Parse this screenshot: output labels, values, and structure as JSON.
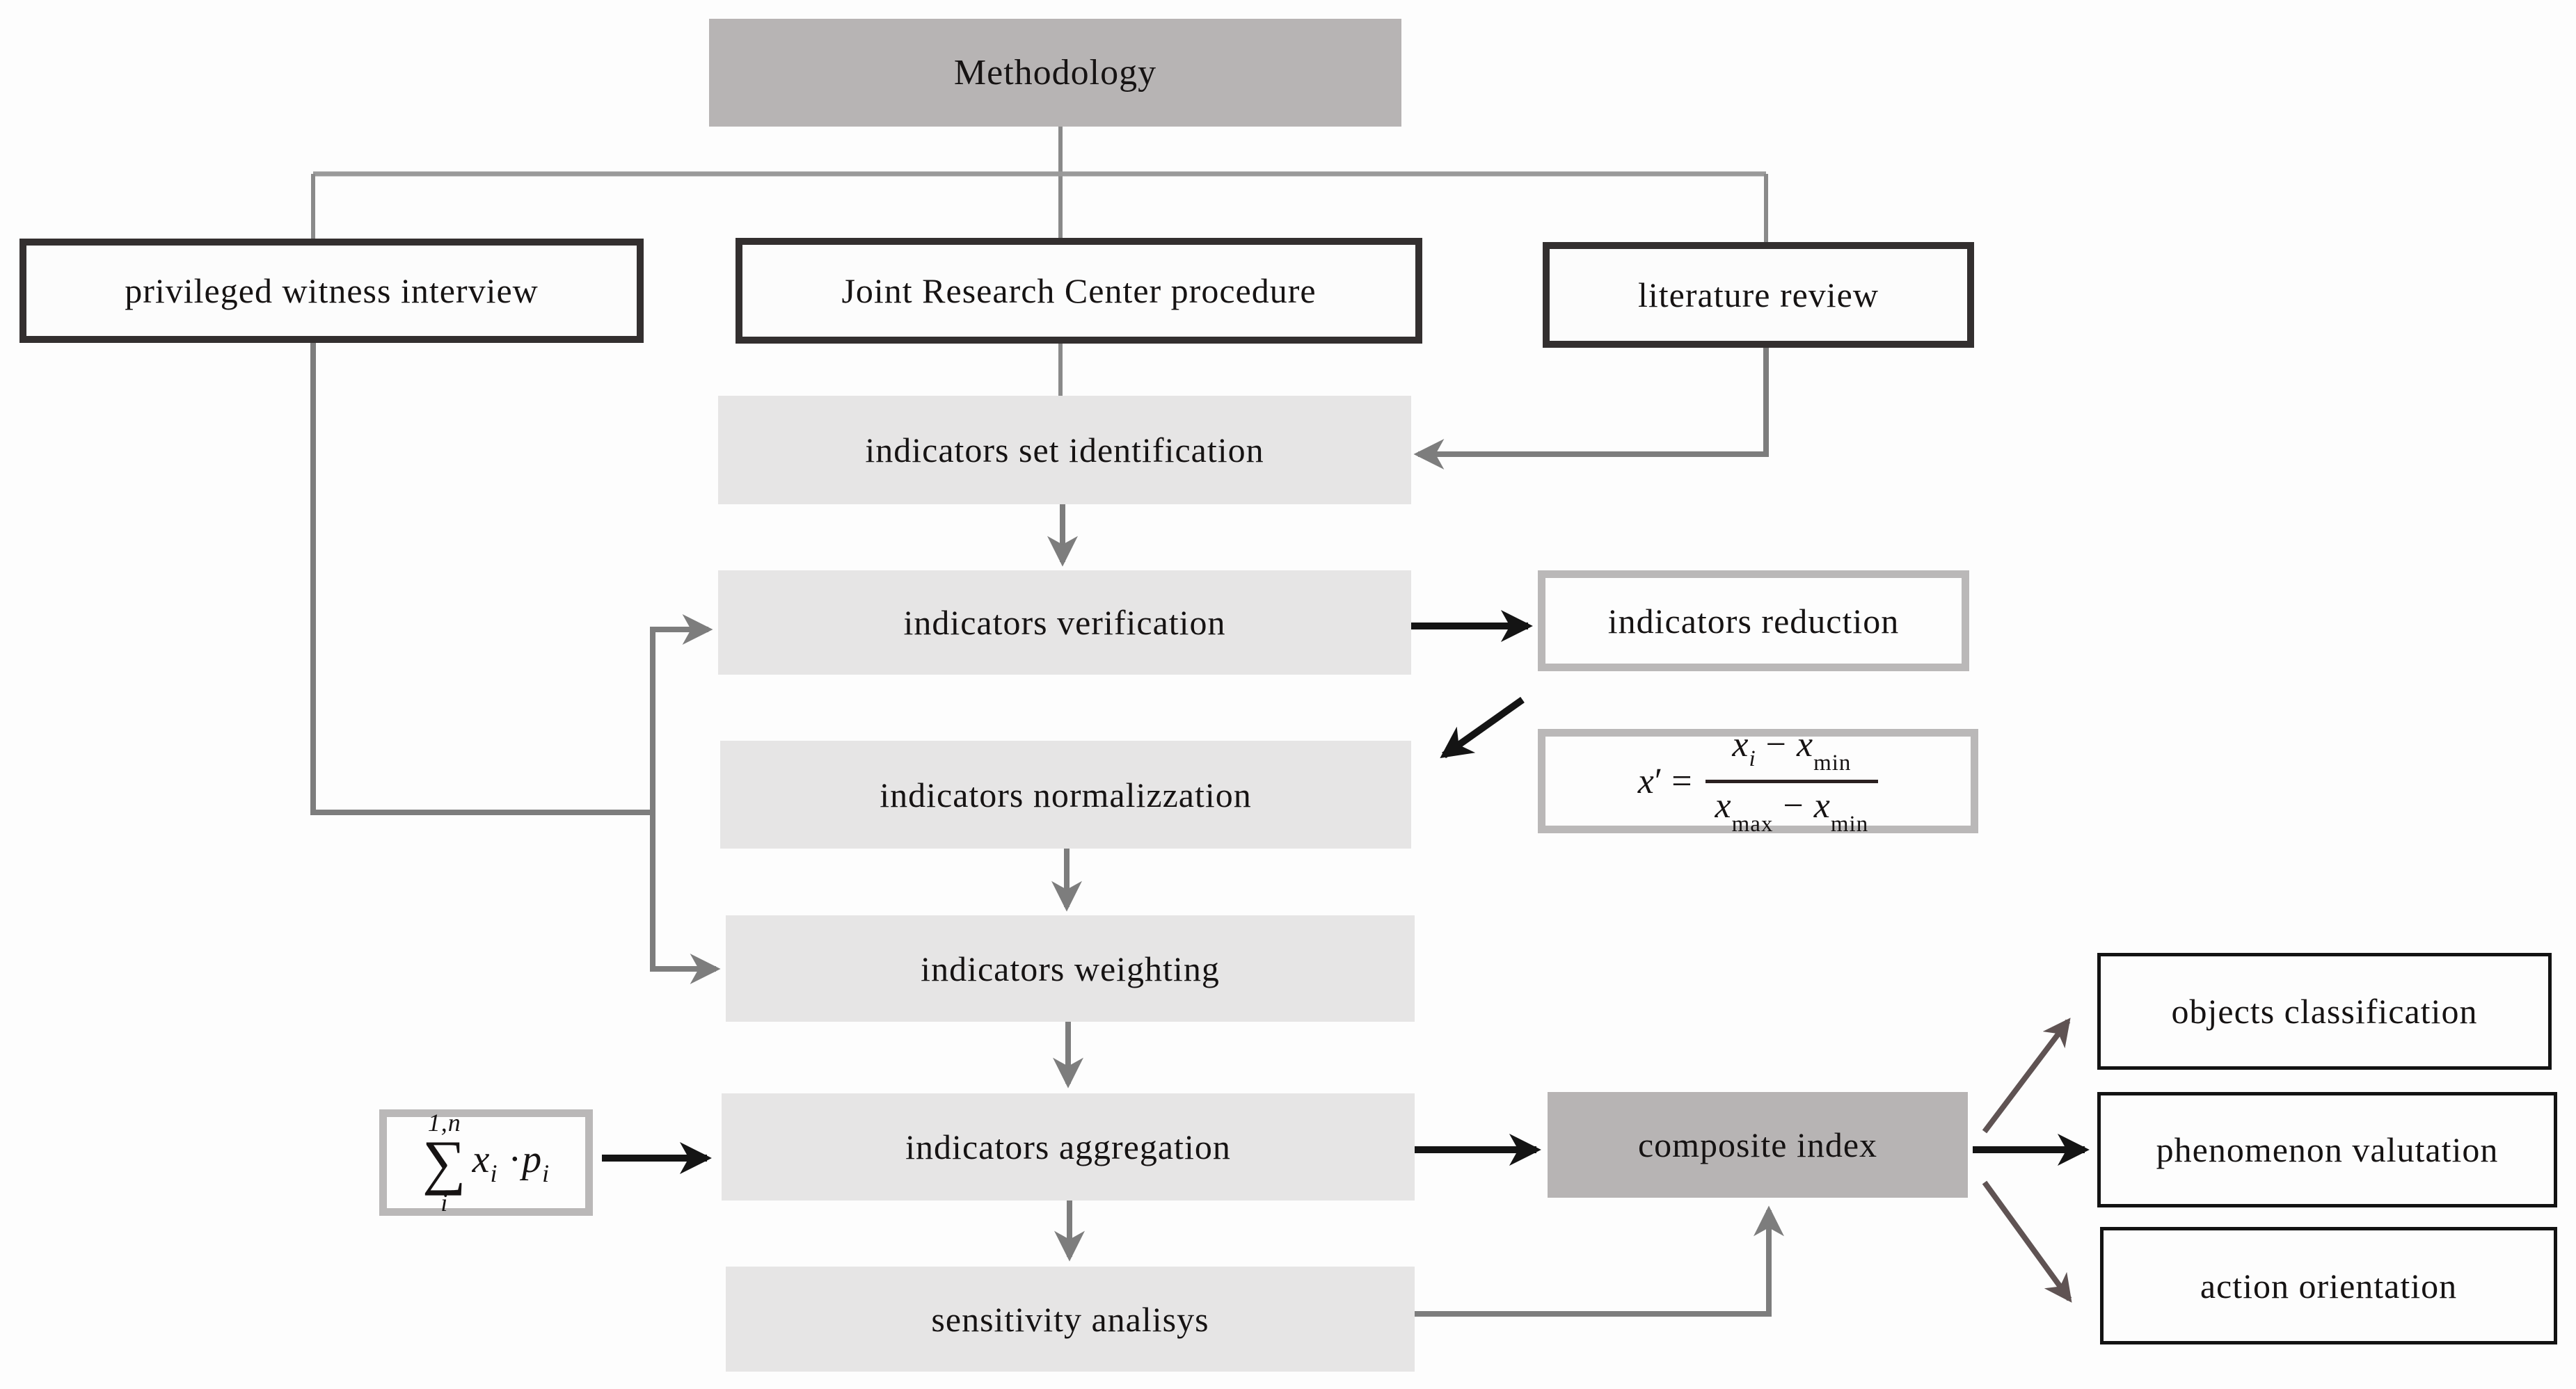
{
  "header": {
    "title": "Methodology"
  },
  "method_sources": [
    {
      "label": "privileged witness interview"
    },
    {
      "label": "Joint Research Center procedure"
    },
    {
      "label": "literature review"
    }
  ],
  "pipeline": [
    {
      "label": "indicators set identification"
    },
    {
      "label": "indicators verification"
    },
    {
      "label": "indicators normalizzation"
    },
    {
      "label": "indicators weighting"
    },
    {
      "label": "indicators aggregation"
    },
    {
      "label": "sensitivity analisys"
    }
  ],
  "side_boxes": {
    "reduction": {
      "label": "indicators reduction"
    },
    "composite": {
      "label": "composite index"
    }
  },
  "outputs": [
    {
      "label": "objects classification"
    },
    {
      "label": "phenomenon valutation"
    },
    {
      "label": "action orientation"
    }
  ],
  "formulas": {
    "normalization": {
      "lhs_var": "x",
      "lhs_prime": "′",
      "equals": "=",
      "num_a": "x",
      "num_a_sub": "i",
      "num_minus": "−",
      "num_b": "x",
      "num_b_sub": "min",
      "den_a": "x",
      "den_a_sub": "max",
      "den_minus": "−",
      "den_b": "x",
      "den_b_sub": "min"
    },
    "aggregation": {
      "sigma_sup": "1,n",
      "sigma": "∑",
      "sigma_sub": "i",
      "term_a": "x",
      "term_a_sub": "i",
      "dot": "·",
      "term_b": "p",
      "term_b_sub": "i"
    }
  },
  "colors": {
    "accent_gray": "#b7b4b4",
    "step_gray": "#e6e5e5",
    "frame_gray": "#bab8b8",
    "line_gray": "#7d7d7d",
    "arrow_black": "#141414",
    "arrow_taupe": "#5f5353",
    "source_border": "#332f2f"
  }
}
